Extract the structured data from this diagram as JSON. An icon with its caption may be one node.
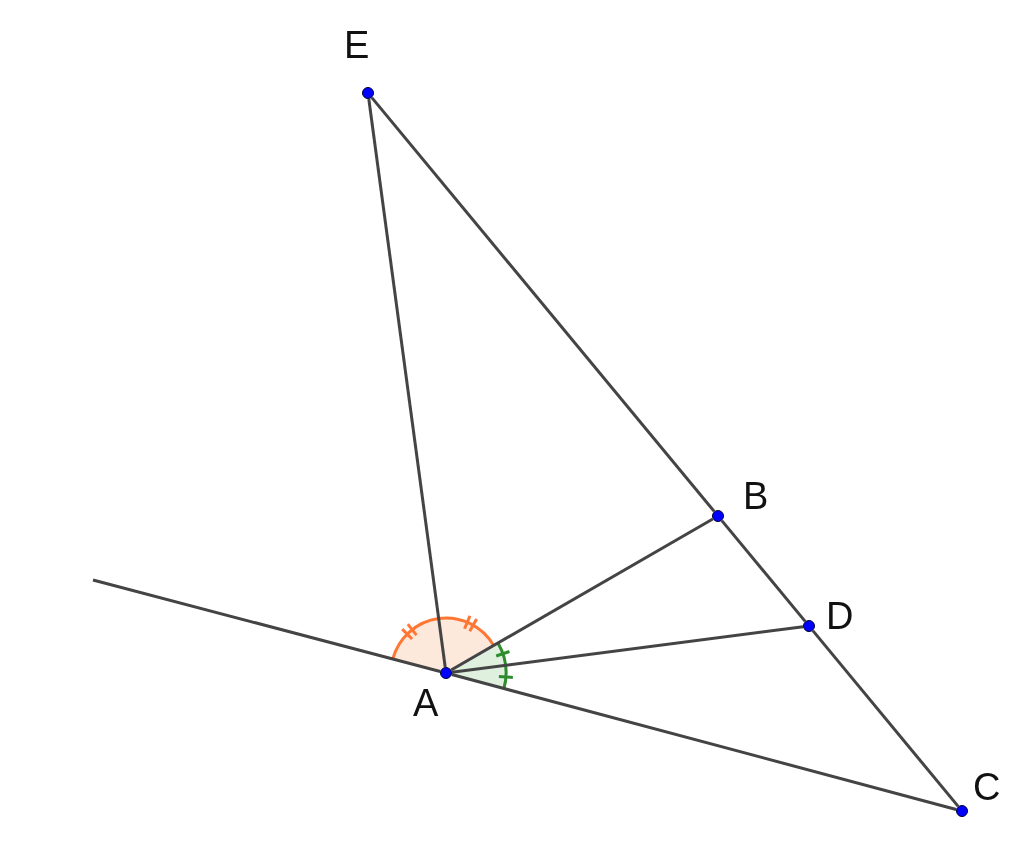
{
  "diagram": {
    "nodes": [
      {
        "text": [
          "E"
        ]
      },
      {
        "text": [
          "B"
        ]
      },
      {
        "text": [
          "D"
        ]
      },
      {
        "text": [
          "A"
        ]
      },
      {
        "text": [
          "C"
        ]
      }
    ],
    "edges": [
      {
        "from": 0,
        "to": 3,
        "arrow": "none"
      },
      {
        "from": 0,
        "to": 1,
        "arrow": "none"
      },
      {
        "from": 1,
        "to": 2,
        "arrow": "none"
      },
      {
        "from": 2,
        "to": 4,
        "arrow": "none"
      },
      {
        "from": 3,
        "to": 1,
        "arrow": "none"
      },
      {
        "from": 3,
        "to": 2,
        "arrow": "none"
      },
      {
        "from": 3,
        "to": 4,
        "arrow": "none"
      },
      {
        "from": 3,
        "to": null,
        "arrow": "none"
      }
    ]
  }
}
